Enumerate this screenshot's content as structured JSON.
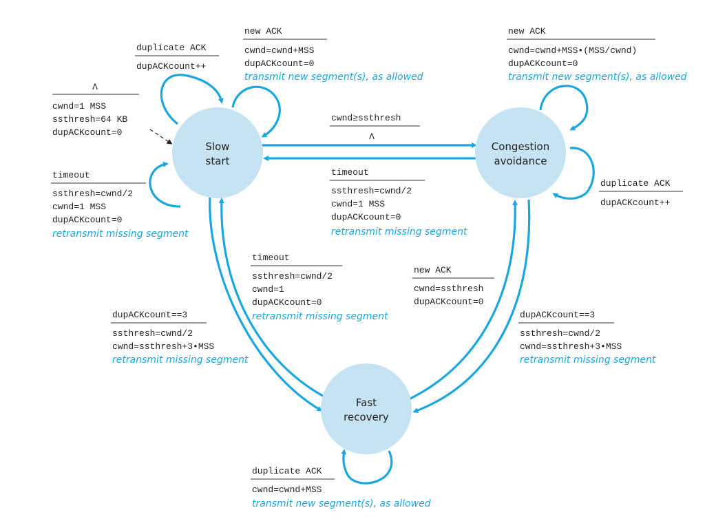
{
  "colors": {
    "state_fill": "#c5e3f2",
    "arrow": "#1aa6e0",
    "text": "#231f20"
  },
  "states": {
    "slow_start": [
      "Slow",
      "start"
    ],
    "congestion_avoidance": [
      "Congestion",
      "avoidance"
    ],
    "fast_recovery": [
      "Fast",
      "recovery"
    ]
  },
  "init": {
    "event": "Λ",
    "actions": [
      "cwnd=1 MSS",
      "ssthresh=64 KB",
      "dupACKcount=0"
    ]
  },
  "ss_dup": {
    "event": "duplicate ACK",
    "actions": [
      "dupACKcount++"
    ]
  },
  "ss_new": {
    "event": "new ACK",
    "actions": [
      "cwnd=cwnd+MSS",
      "dupACKcount=0"
    ],
    "note": "transmit new segment(s), as allowed"
  },
  "ss_timeout": {
    "event": "timeout",
    "actions": [
      "ssthresh=cwnd/2",
      "cwnd=1 MSS",
      "dupACKcount=0"
    ],
    "note": "retransmit missing segment"
  },
  "ss_to_ca": {
    "event": "cwnd≥ssthresh",
    "actions": [
      "Λ"
    ]
  },
  "ca_to_ss": {
    "event": "timeout",
    "actions": [
      "ssthresh=cwnd/2",
      "cwnd=1 MSS",
      "dupACKcount=0"
    ],
    "note": "retransmit missing segment"
  },
  "ca_new": {
    "event": "new ACK",
    "actions": [
      "cwnd=cwnd+MSS•(MSS/cwnd)",
      "dupACKcount=0"
    ],
    "note": "transmit new segment(s), as allowed"
  },
  "ca_dup": {
    "event": "duplicate ACK",
    "actions": [
      "dupACKcount++"
    ]
  },
  "fr_to_ss": {
    "event": "timeout",
    "actions": [
      "ssthresh=cwnd/2",
      "cwnd=1",
      "dupACKcount=0"
    ],
    "note": "retransmit missing segment"
  },
  "fr_to_ca": {
    "event": "new ACK",
    "actions": [
      "cwnd=ssthresh",
      "dupACKcount=0"
    ]
  },
  "ss_to_fr": {
    "event": "dupACKcount==3",
    "actions": [
      "ssthresh=cwnd/2",
      "cwnd=ssthresh+3•MSS"
    ],
    "note": "retransmit missing segment"
  },
  "ca_to_fr": {
    "event": "dupACKcount==3",
    "actions": [
      "ssthresh=cwnd/2",
      "cwnd=ssthresh+3•MSS"
    ],
    "note": "retransmit missing segment"
  },
  "fr_dup": {
    "event": "duplicate ACK",
    "actions": [
      "cwnd=cwnd+MSS"
    ],
    "note": "transmit new segment(s), as allowed"
  }
}
